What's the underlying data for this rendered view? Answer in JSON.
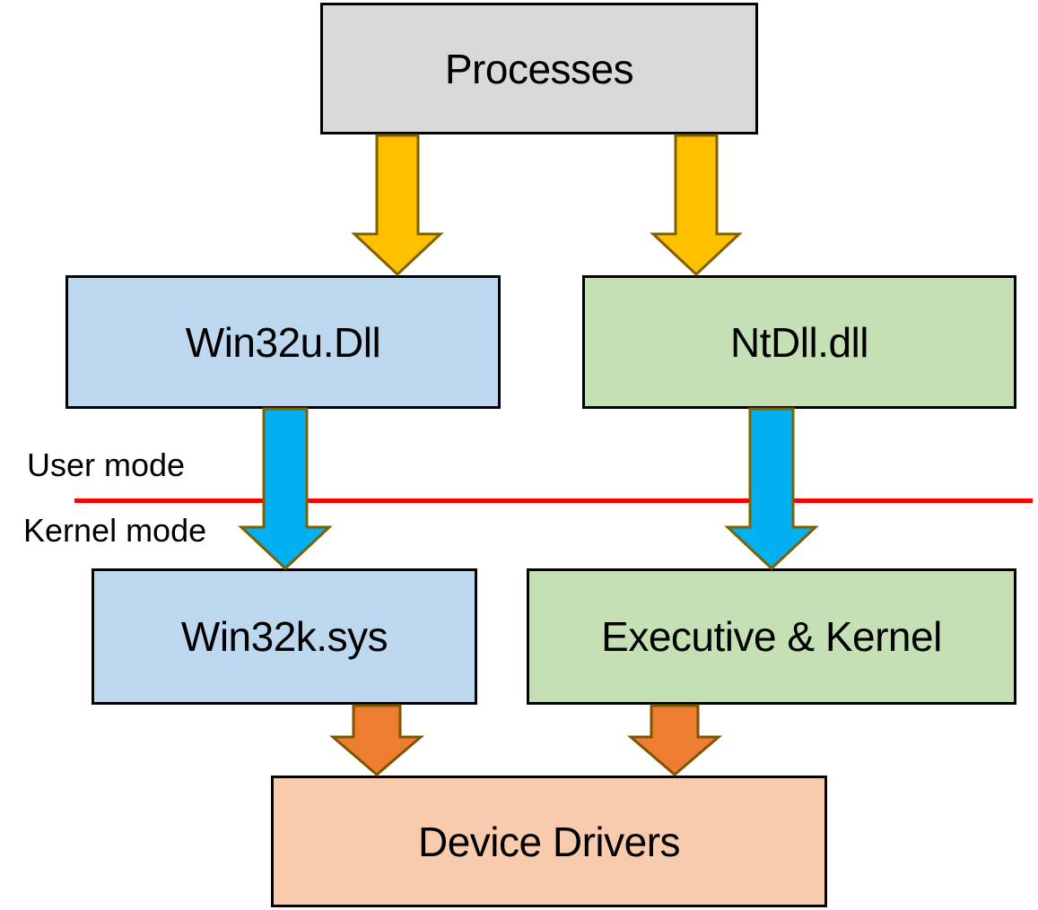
{
  "nodes": {
    "processes": {
      "label": "Processes"
    },
    "win32u": {
      "label": "Win32u.Dll"
    },
    "ntdll": {
      "label": "NtDll.dll"
    },
    "win32k": {
      "label": "Win32k.sys"
    },
    "executive": {
      "label": "Executive & Kernel"
    },
    "device_drivers": {
      "label": "Device Drivers"
    }
  },
  "labels": {
    "user_mode": "User mode",
    "kernel_mode": "Kernel mode"
  },
  "edges": [
    {
      "from": "Processes",
      "to": "Win32u.Dll",
      "arrow_color_name": "gold"
    },
    {
      "from": "Processes",
      "to": "NtDll.dll",
      "arrow_color_name": "gold"
    },
    {
      "from": "Win32u.Dll",
      "to": "Win32k.sys",
      "arrow_color_name": "cyan"
    },
    {
      "from": "NtDll.dll",
      "to": "Executive & Kernel",
      "arrow_color_name": "cyan"
    },
    {
      "from": "Win32k.sys",
      "to": "Device Drivers",
      "arrow_color_name": "orange"
    },
    {
      "from": "Executive & Kernel",
      "to": "Device Drivers",
      "arrow_color_name": "orange"
    }
  ],
  "colors": {
    "box-gray": "#d9d9d9",
    "box-blue": "#bdd7ee",
    "box-green": "#c5e0b4",
    "box-peach": "#f8cbad",
    "box-border": "#000000",
    "arrow-gold": "#ffc000",
    "arrow-gold-border": "#7f6000",
    "arrow-cyan": "#00b0f0",
    "arrow-cyan-border": "#7f6000",
    "arrow-orange": "#ed7d31",
    "arrow-orange-border": "#7f5500",
    "divider-red": "#ff0000",
    "text": "#000000"
  }
}
